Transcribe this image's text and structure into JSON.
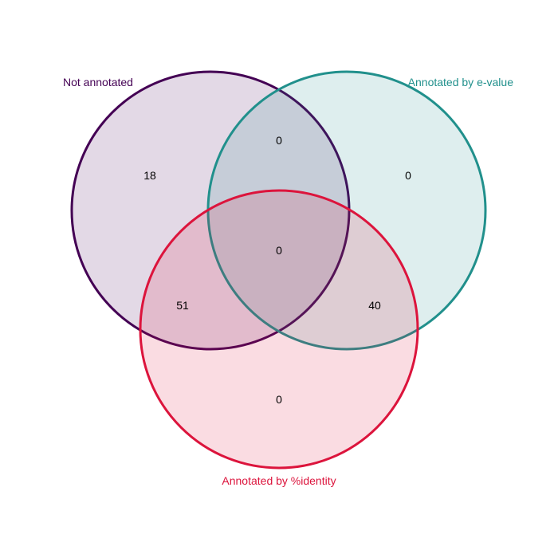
{
  "sets": [
    {
      "key": "A",
      "name": "Not annotated",
      "color": "#440154",
      "fill_opacity": 0.15
    },
    {
      "key": "B",
      "name": "Annotated by e-value",
      "color": "#21908C",
      "fill_opacity": 0.15
    },
    {
      "key": "C",
      "name": "Annotated by %identity",
      "color": "#DC143C",
      "fill_opacity": 0.15
    }
  ],
  "regions": {
    "A_only": "18",
    "B_only": "0",
    "C_only": "0",
    "A_and_B_only": "0",
    "A_and_C_only": "51",
    "B_and_C_only": "40",
    "A_and_B_and_C": "0"
  }
}
